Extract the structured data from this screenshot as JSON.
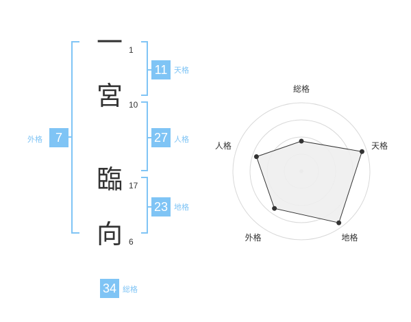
{
  "name": {
    "characters": [
      {
        "char": "一",
        "strokes": "1"
      },
      {
        "char": "宮",
        "strokes": "10"
      },
      {
        "char": "臨",
        "strokes": "17"
      },
      {
        "char": "向",
        "strokes": "6"
      }
    ]
  },
  "kaku": {
    "tenkaku": {
      "value": "11",
      "label": "天格"
    },
    "jinkaku": {
      "value": "27",
      "label": "人格"
    },
    "chikaku": {
      "value": "23",
      "label": "地格"
    },
    "gaikaku": {
      "value": "7",
      "label": "外格"
    },
    "soukaku": {
      "value": "34",
      "label": "総格"
    }
  },
  "colors": {
    "accent": "#7fc4f5",
    "text": "#333333"
  },
  "chart_data": {
    "type": "radar",
    "axes": [
      "総格",
      "天格",
      "地格",
      "外格",
      "人格"
    ],
    "values": [
      0.44,
      0.93,
      0.93,
      0.67,
      0.69
    ],
    "range": [
      0,
      1
    ],
    "rings": 4
  }
}
